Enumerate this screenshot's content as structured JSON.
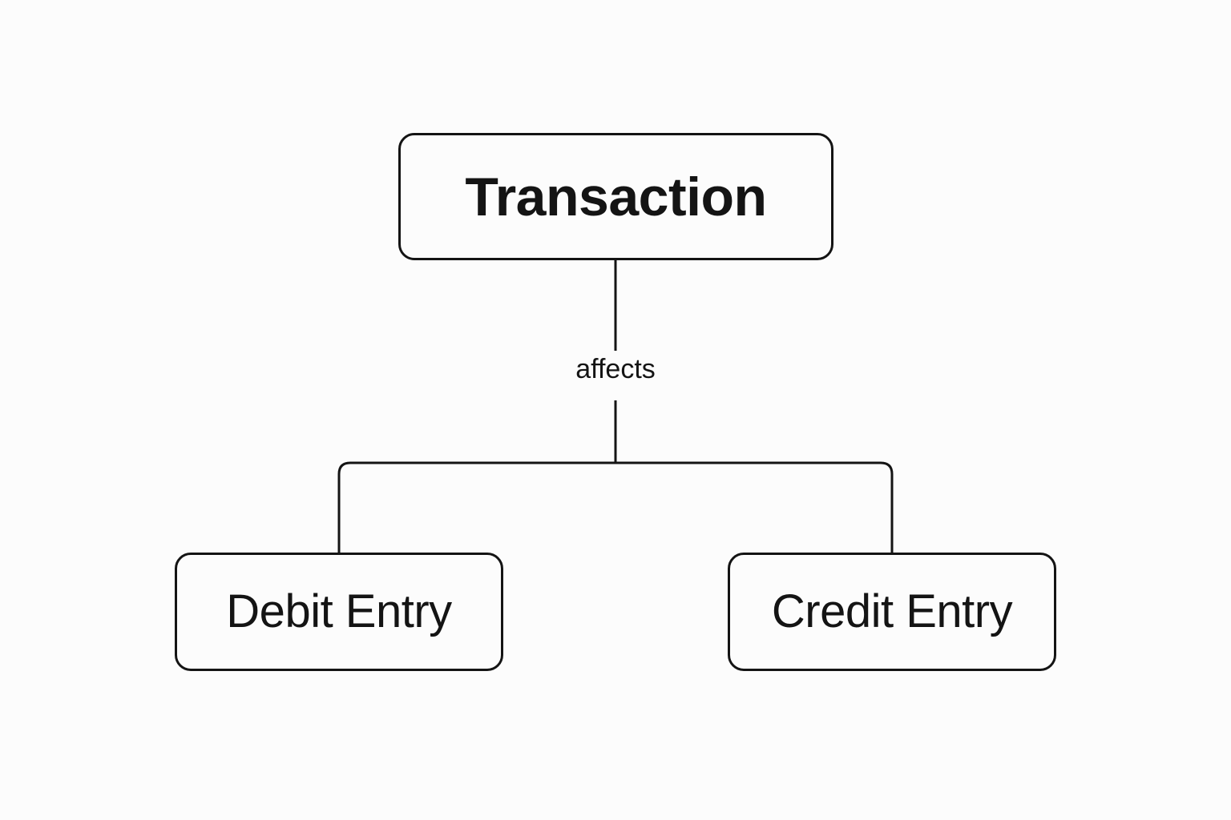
{
  "diagram": {
    "type": "flowchart",
    "orientation": "top-down",
    "background_color": "#fcfcfc",
    "stroke_color": "#141414",
    "text_color": "#141414",
    "nodes": [
      {
        "id": "transaction",
        "label": "Transaction",
        "shape": "rounded-rectangle",
        "level": 0
      },
      {
        "id": "debit-entry",
        "label": "Debit Entry",
        "shape": "rounded-rectangle",
        "level": 1
      },
      {
        "id": "credit-entry",
        "label": "Credit Entry",
        "shape": "rounded-rectangle",
        "level": 1
      }
    ],
    "edges": [
      {
        "id": "transaction-to-entries",
        "from": "transaction",
        "to": [
          "debit-entry",
          "credit-entry"
        ],
        "label": "affects",
        "style": "solid",
        "arrowhead": "none"
      }
    ]
  }
}
